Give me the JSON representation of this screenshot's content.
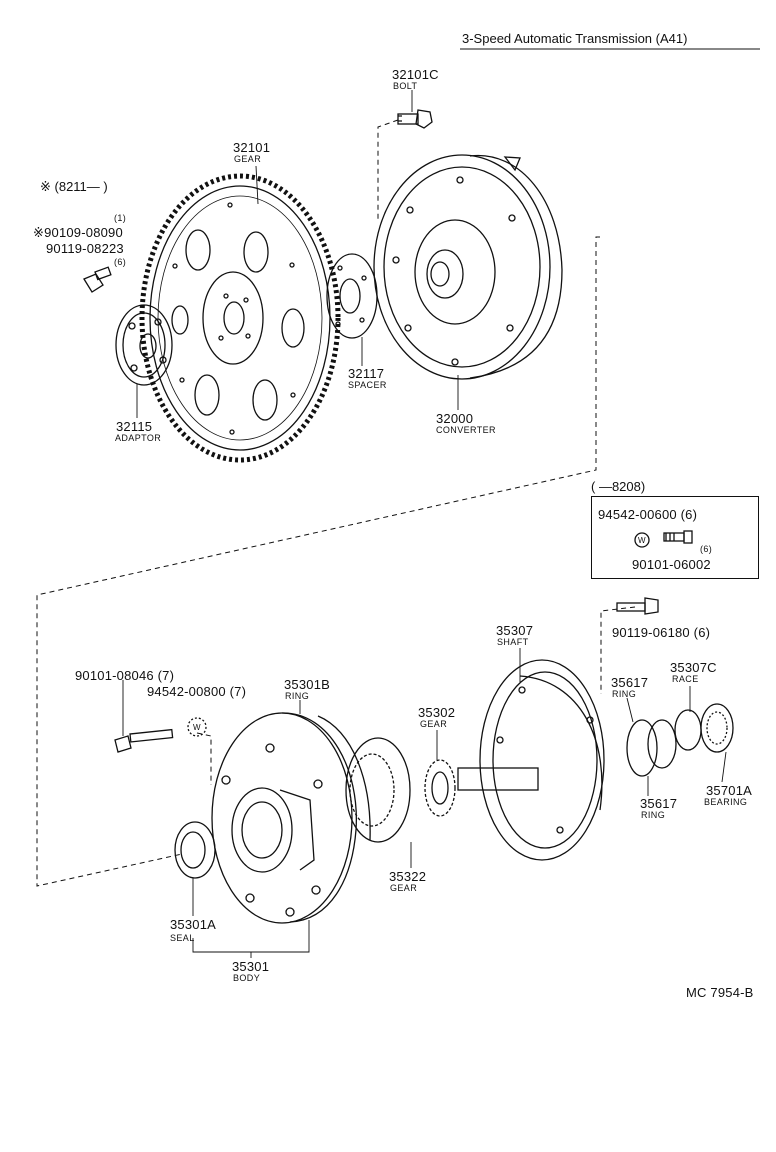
{
  "header": {
    "title": "3-Speed Automatic Transmission (A41)"
  },
  "parts": {
    "p32101C": {
      "num": "32101C",
      "name": "BOLT"
    },
    "p32101": {
      "num": "32101",
      "name": "GEAR"
    },
    "p32117": {
      "num": "32117",
      "name": "SPACER"
    },
    "p32115": {
      "num": "32115",
      "name": "ADAPTOR"
    },
    "p32000": {
      "num": "32000",
      "name": "CONVERTER"
    },
    "p35307": {
      "num": "35307",
      "name": "SHAFT"
    },
    "p35301B": {
      "num": "35301B",
      "name": "RING"
    },
    "p35302": {
      "num": "35302",
      "name": "GEAR"
    },
    "p35617a": {
      "num": "35617",
      "name": "RING"
    },
    "p35307C": {
      "num": "35307C",
      "name": "RACE"
    },
    "p35701A": {
      "num": "35701A",
      "name": "BEARING"
    },
    "p35617b": {
      "num": "35617",
      "name": "RING"
    },
    "p35322": {
      "num": "35322",
      "name": "GEAR"
    },
    "p35301A": {
      "num": "35301A",
      "name": "SEAL"
    },
    "p35301": {
      "num": "35301",
      "name": "BODY"
    }
  },
  "notes": {
    "date_from": "※ (8211—      )",
    "qty1": "(1)",
    "pn_90109": "※90109-08090",
    "pn_90119_08223": "90119-08223",
    "qty6": "(6)",
    "box_date": "(         —8208)",
    "box_pn1": "94542-00600 (6)",
    "box_w": "W",
    "box_qty": "(6)",
    "box_pn2": "90101-06002",
    "pn_90119_06180": "90119-06180 (6)",
    "pn_90101_08046": "90101-08046 (7)",
    "pn_94542_00800": "94542-00800 (7)",
    "w_mark": "W",
    "footer_code": "MC  7954-B"
  },
  "colors": {
    "ink": "#111111",
    "paper": "#ffffff"
  },
  "icons": [
    "bolt-icon",
    "flywheel-gear-icon",
    "torque-converter-icon",
    "oil-pump-icon",
    "washer-icon",
    "seal-icon",
    "bearing-icon"
  ]
}
